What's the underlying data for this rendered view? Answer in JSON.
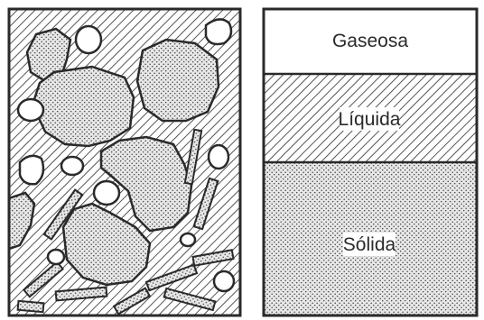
{
  "figure": {
    "left_panel": {
      "components": [
        "solid-particles",
        "liquid-films",
        "air-pores",
        "elongated-fragments"
      ]
    },
    "right_panel": {
      "phases": [
        {
          "label": "Gaseosa",
          "fill": "blank"
        },
        {
          "label": "Líquida",
          "fill": "hatch"
        },
        {
          "label": "Sólida",
          "fill": "stipple"
        }
      ]
    },
    "colors": {
      "ink": "#2a2a2a",
      "paper": "#ffffff",
      "stipple_bg": "#e7e7e7"
    }
  }
}
